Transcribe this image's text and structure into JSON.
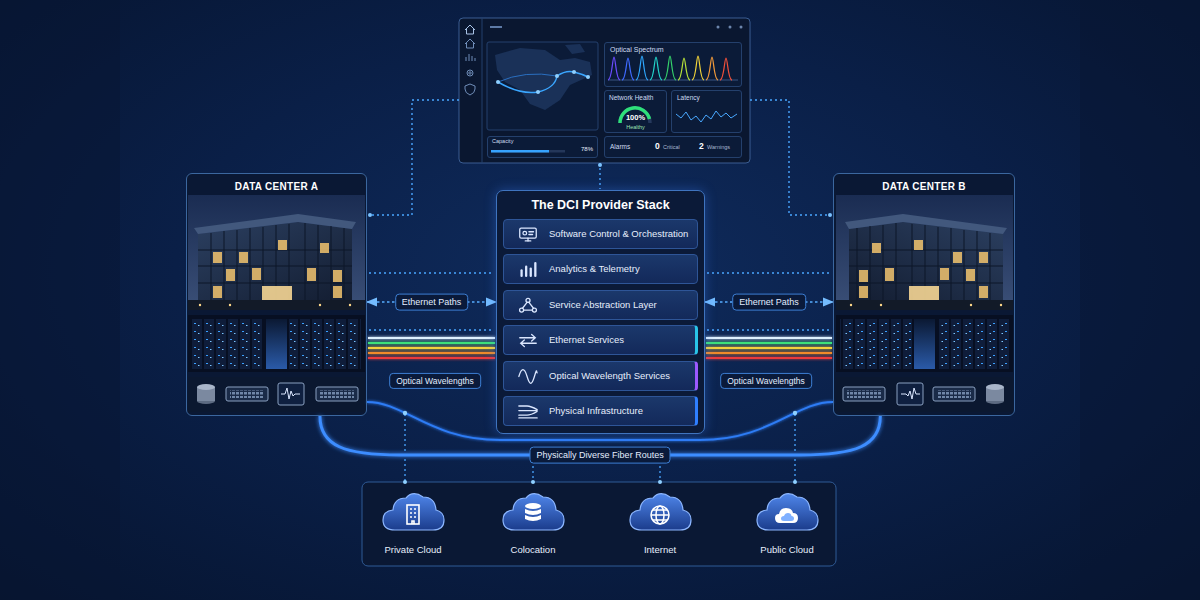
{
  "diagram": {
    "nodes": [
      {
        "text": [
          "Optical Spectrum"
        ]
      },
      {
        "text": [
          "Network Health",
          "100%",
          "Healthy"
        ]
      },
      {
        "text": [
          "Latency"
        ]
      },
      {
        "text": [
          "Capacity",
          "78%"
        ]
      },
      {
        "text": [
          "Alarms",
          "0",
          "Critical",
          "2",
          "Warnings"
        ]
      },
      {
        "text": [
          "DATA CENTER A"
        ]
      },
      {
        "text": [
          "The DCI Provider Stack"
        ]
      },
      {
        "text": [
          "Software Control & Orchestration"
        ],
        "in": 6
      },
      {
        "text": [
          "Analytics & Telemetry"
        ],
        "in": 6
      },
      {
        "text": [
          "Service Abstraction Layer"
        ],
        "in": 6
      },
      {
        "text": [
          "Ethernet Services"
        ],
        "in": 6
      },
      {
        "text": [
          "Optical Wavelength Services"
        ],
        "in": 6
      },
      {
        "text": [
          "Physical Infrastructure"
        ],
        "in": 6
      },
      {
        "text": [
          "DATA CENTER B"
        ]
      },
      {
        "text": [
          "Private Cloud"
        ]
      },
      {
        "text": [
          "Colocation"
        ]
      },
      {
        "text": [
          "Internet"
        ]
      },
      {
        "text": [
          "Public Cloud"
        ]
      }
    ],
    "edges": [
      {
        "from": 5,
        "to": 6,
        "label": "Ethernet Paths",
        "arrow": "both"
      },
      {
        "from": 6,
        "to": 13,
        "label": "Ethernet Paths",
        "arrow": "both"
      },
      {
        "from": 5,
        "to": 13,
        "label": "Physically Diverse Fiber Routes",
        "arrow": "none"
      }
    ],
    "labels": [
      "Optical Wavelengths",
      "Optical Wavelengths"
    ]
  }
}
